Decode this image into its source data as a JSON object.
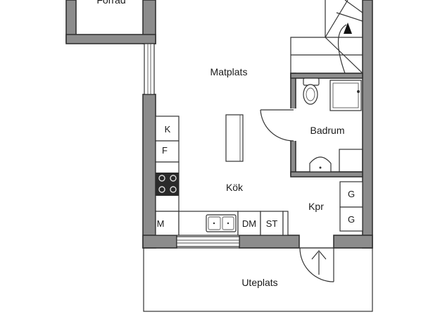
{
  "rooms": {
    "forrad": "Förråd",
    "matplats": "Matplats",
    "badrum": "Badrum",
    "kok": "Kök",
    "kpr": "Kpr",
    "uteplats": "Uteplats"
  },
  "appliances": {
    "k": "K",
    "f": "F",
    "m": "M",
    "dm": "DM",
    "st": "ST",
    "g1": "G",
    "g2": "G"
  },
  "colors": {
    "wall": "#8c8c8c",
    "line": "#333333",
    "background": "#ffffff"
  }
}
